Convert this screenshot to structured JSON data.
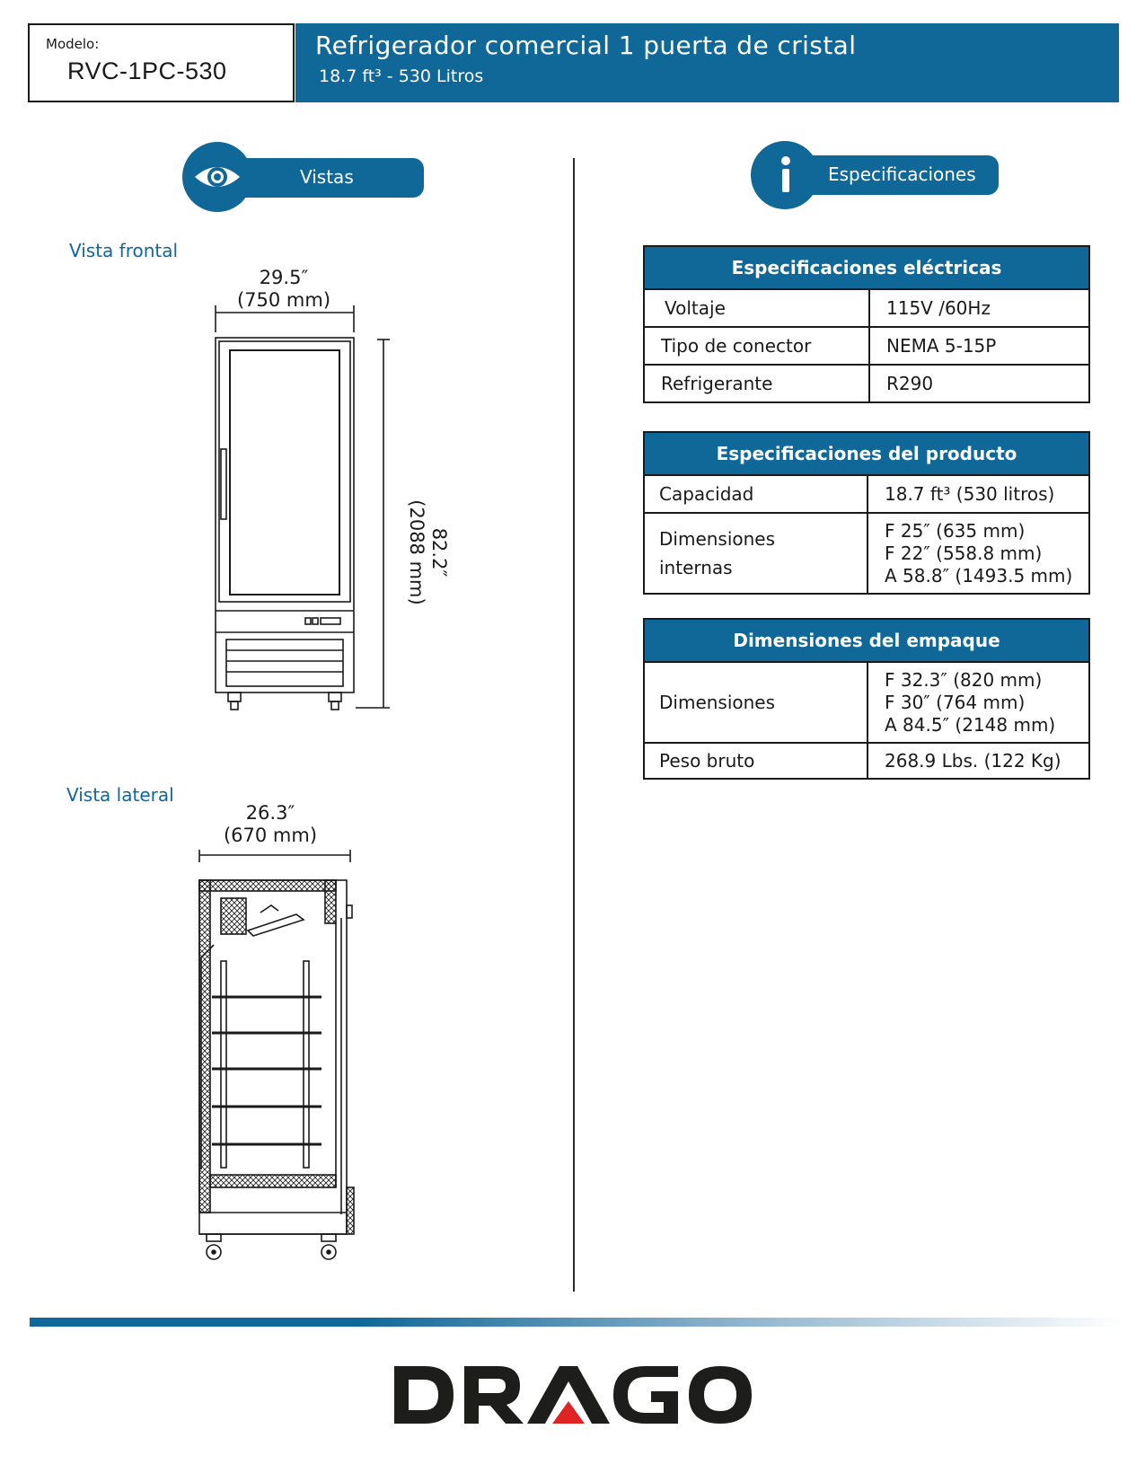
{
  "header": {
    "model_label": "Modelo:",
    "model_code": "RVC-1PC-530",
    "title": "Refrigerador comercial 1 puerta de cristal",
    "subtitle": "18.7 ft³ - 530 Litros"
  },
  "sections": {
    "views_label": "Vistas",
    "specs_label": "Especificaciones",
    "views_icon": "eye-icon",
    "specs_icon": "info-icon"
  },
  "views": {
    "front": {
      "title": "Vista frontal",
      "width_in": "29.5″",
      "width_mm": "(750 mm)",
      "height_in": "82.2″",
      "height_mm": "(2088 mm)"
    },
    "side": {
      "title": "Vista lateral",
      "depth_in": "26.3″",
      "depth_mm": "(670 mm)"
    }
  },
  "tables": {
    "electrical": {
      "title": "Especificaciones eléctricas",
      "rows": [
        {
          "label": "Voltaje",
          "value": "115V /60Hz"
        },
        {
          "label": "Tipo de conector",
          "value": "NEMA 5-15P"
        },
        {
          "label": "Refrigerante",
          "value": "R290"
        }
      ]
    },
    "product": {
      "title": "Especificaciones del producto",
      "capacity_label": "Capacidad",
      "capacity_value": "18.7 ft³ (530 litros)",
      "internal_label_1": "Dimensiones",
      "internal_label_2": "internas",
      "internal_values": [
        "F 25″ (635 mm)",
        "F 22″ (558.8 mm)",
        "A 58.8″ (1493.5 mm)"
      ]
    },
    "packaging": {
      "title": "Dimensiones del empaque",
      "dims_label": "Dimensiones",
      "dims_values": [
        "F 32.3″ (820 mm)",
        "F 30″ (764 mm)",
        "A 84.5″ (2148 mm)"
      ],
      "weight_label": "Peso bruto",
      "weight_value": "268.9 Lbs. (122 Kg)"
    }
  },
  "brand": {
    "logo_text": "DRAGO",
    "accent_color": "#e02323",
    "primary_color": "#0f6898"
  }
}
